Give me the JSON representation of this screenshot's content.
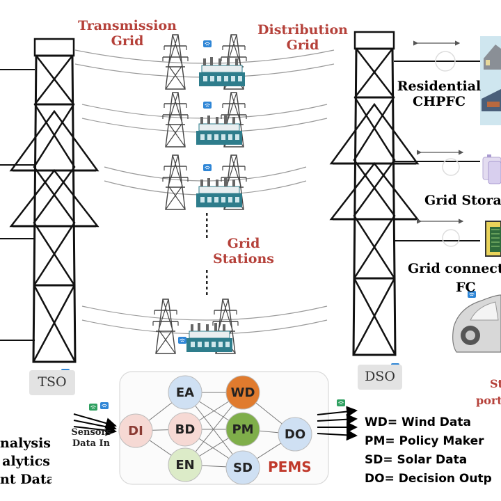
{
  "labels": {
    "transmission_grid": [
      "Transmission",
      "Grid"
    ],
    "distribution_grid": [
      "Distribution",
      "Grid"
    ],
    "grid_stations": [
      "Grid",
      "Stations"
    ],
    "residential": [
      "Residential",
      "CHPFC"
    ],
    "grid_storage": "Grid Stora",
    "grid_connected": [
      "Grid connect",
      "FC"
    ],
    "ev_port": [
      "St",
      "port"
    ]
  },
  "badges": {
    "tso": "TSO",
    "dso": "DSO"
  },
  "pems": {
    "title": "PEMS",
    "sensors": [
      "Sensors",
      "Data In"
    ],
    "nodes": [
      {
        "id": "DI",
        "label": "DI",
        "fill": "#f6d9d4"
      },
      {
        "id": "EA",
        "label": "EA",
        "fill": "#cfe0f3"
      },
      {
        "id": "BD",
        "label": "BD",
        "fill": "#f6d9d4"
      },
      {
        "id": "EN",
        "label": "EN",
        "fill": "#dcebc8"
      },
      {
        "id": "WD",
        "label": "WD",
        "fill": "#e07b2e"
      },
      {
        "id": "PM",
        "label": "PM",
        "fill": "#7fae4a"
      },
      {
        "id": "SD",
        "label": "SD",
        "fill": "#cfe0f3"
      },
      {
        "id": "DO",
        "label": "DO",
        "fill": "#cfe0f3"
      }
    ]
  },
  "legend": [
    "WD= Wind Data",
    "PM= Policy Maker",
    "SD= Solar Data",
    "DO= Decision Outp"
  ],
  "left_text": [
    "nalysis",
    "alytics",
    "nt Data"
  ],
  "colors": {
    "accent_red": "#b5413a",
    "tower": "#111111",
    "substation_teal": "#2e7d8c",
    "wifi_blue": "#2f86d6",
    "badge_bg": "#e3e3e3"
  }
}
